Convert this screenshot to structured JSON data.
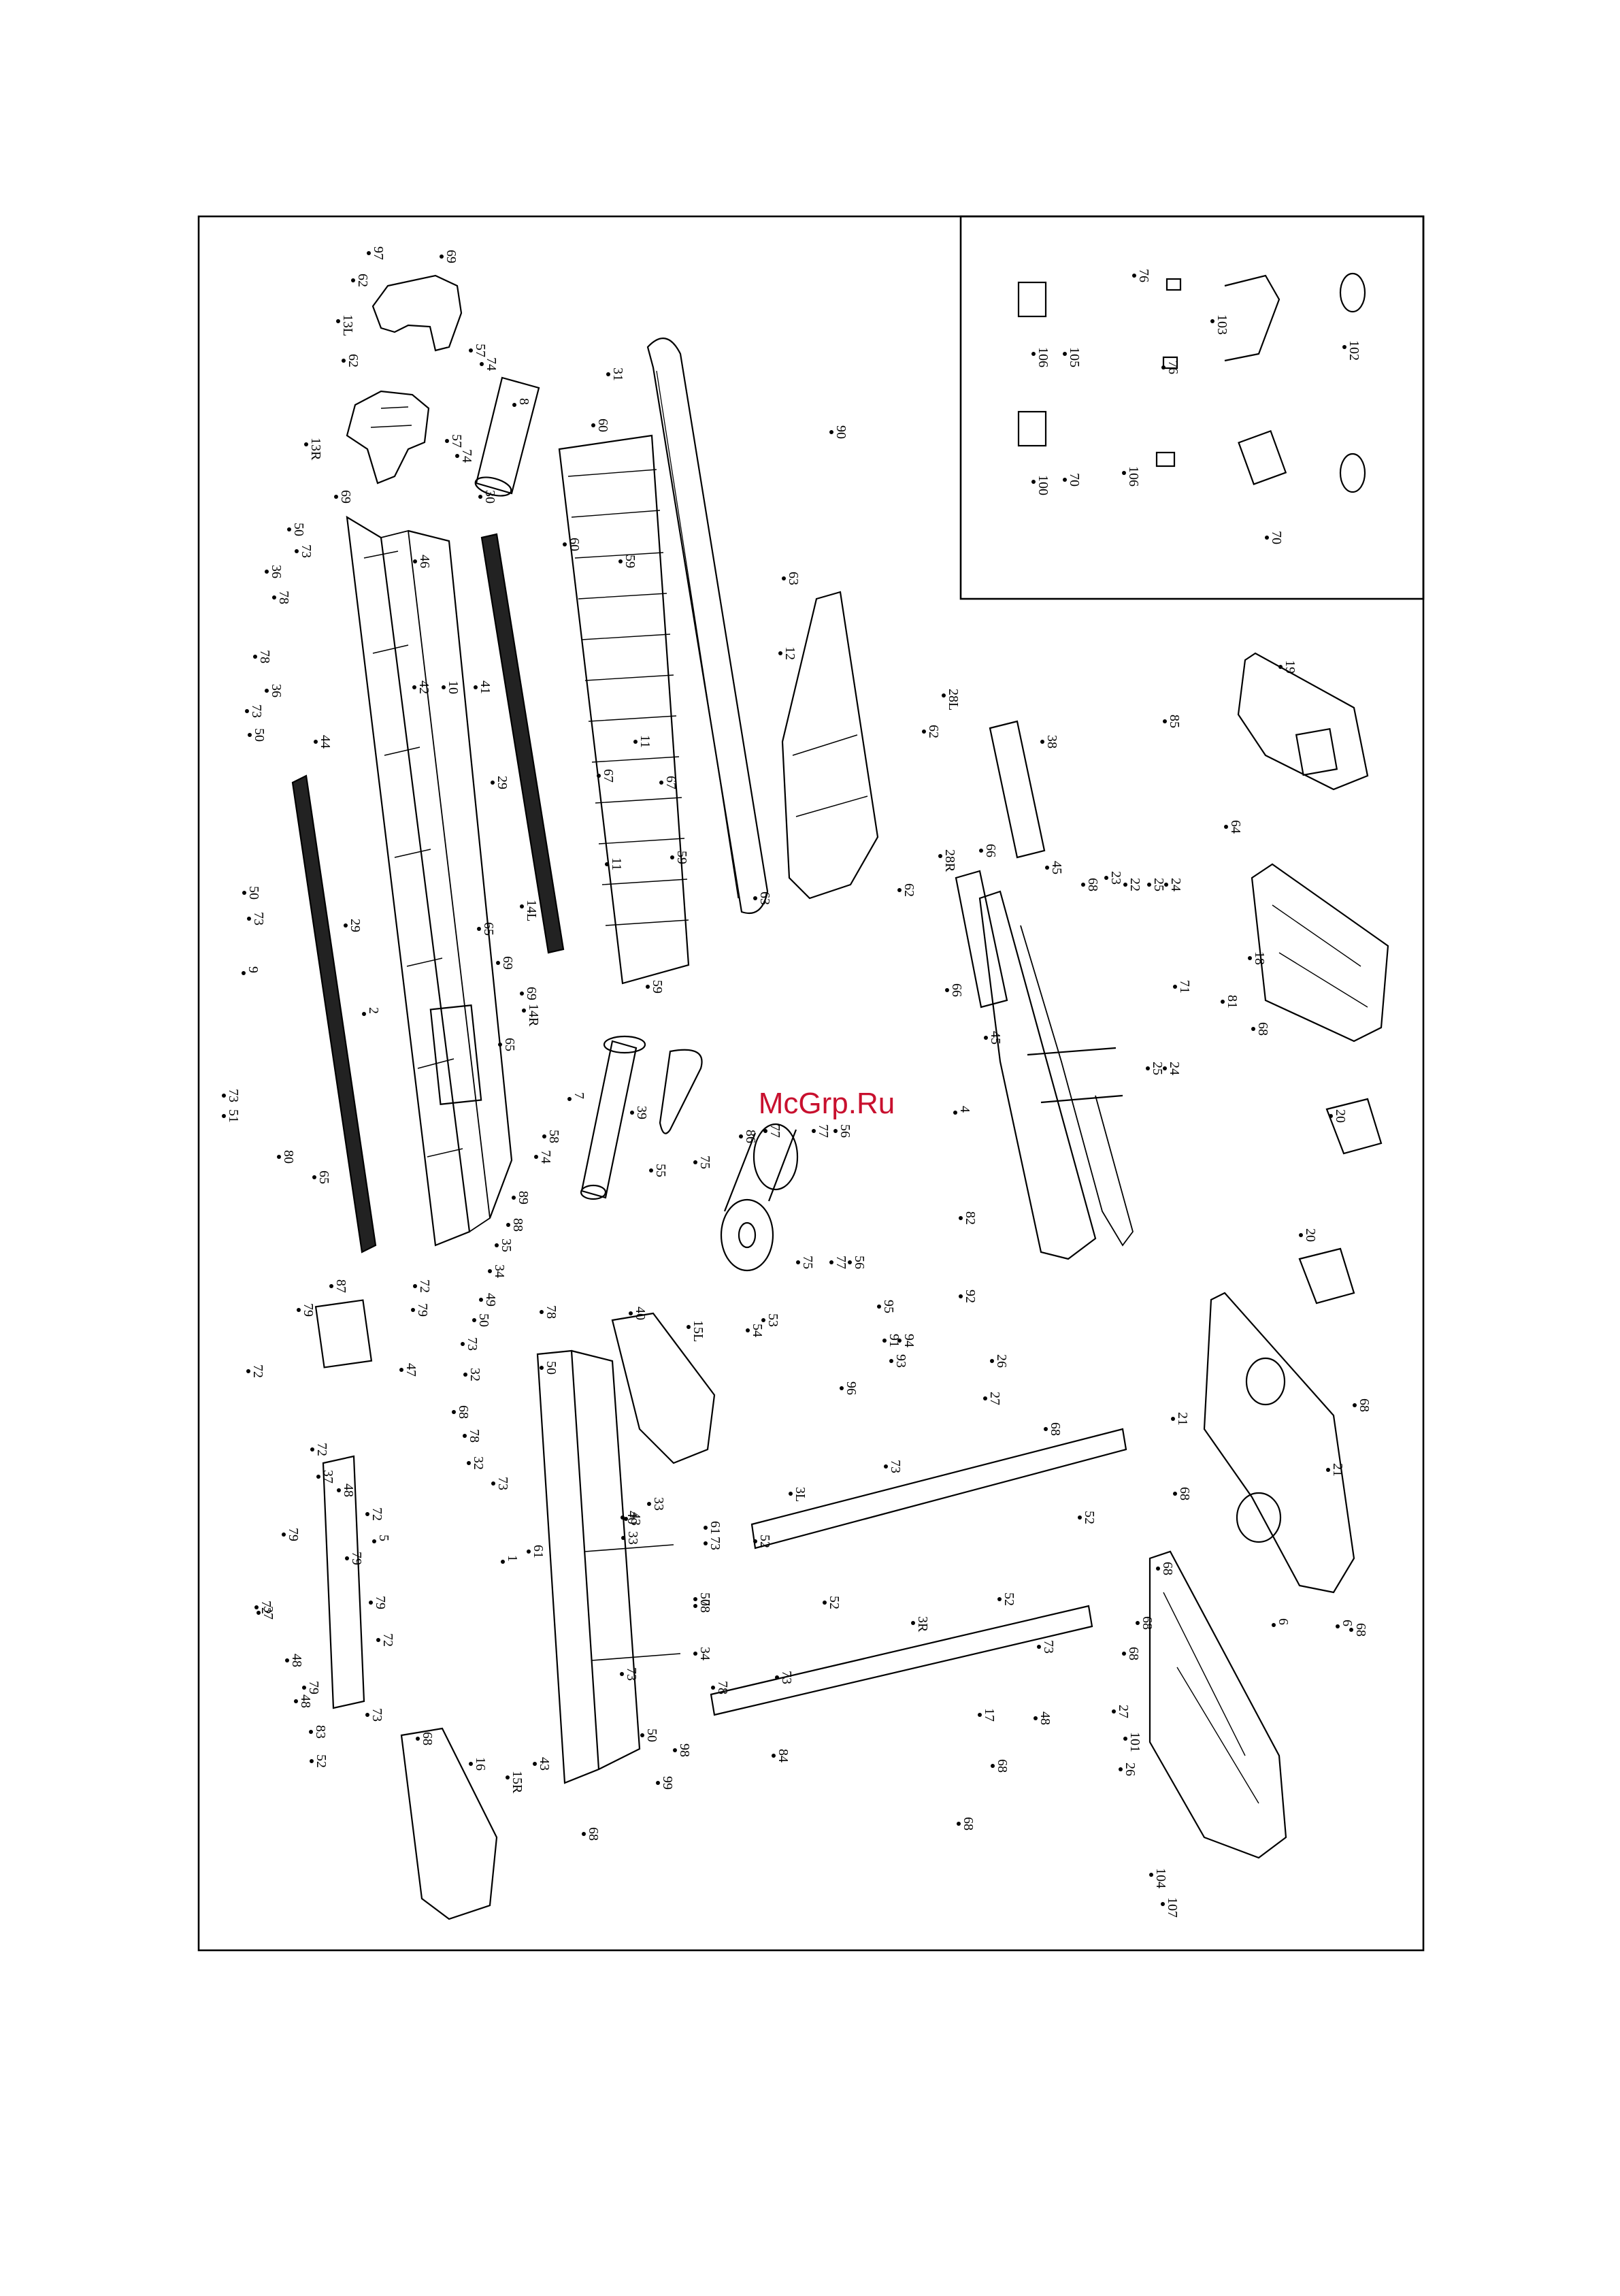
{
  "watermark": "McGrp.Ru",
  "callouts": [
    "97",
    "69",
    "62",
    "13L",
    "13R",
    "62",
    "69",
    "57",
    "74",
    "8",
    "57",
    "74",
    "30",
    "31",
    "90",
    "60",
    "59",
    "60",
    "46",
    "50",
    "73",
    "36",
    "78",
    "78",
    "36",
    "73",
    "50",
    "44",
    "42",
    "10",
    "41",
    "29",
    "11",
    "11",
    "67",
    "67",
    "59",
    "63",
    "12",
    "63",
    "59",
    "14L",
    "65",
    "69",
    "14R",
    "65",
    "69",
    "29",
    "2",
    "9",
    "50",
    "73",
    "73",
    "51",
    "80",
    "65",
    "7",
    "58",
    "74",
    "39",
    "89",
    "88",
    "35",
    "34",
    "86",
    "77",
    "77",
    "56",
    "55",
    "75",
    "56",
    "77",
    "75",
    "53",
    "54",
    "85",
    "28L",
    "62",
    "38",
    "66",
    "28R",
    "62",
    "66",
    "45",
    "45",
    "4",
    "82",
    "68",
    "23",
    "22",
    "25",
    "24",
    "71",
    "25",
    "24",
    "19",
    "64",
    "18",
    "81",
    "68",
    "20",
    "20",
    "87",
    "79",
    "72",
    "79",
    "72",
    "47",
    "49",
    "50",
    "73",
    "32",
    "78",
    "40",
    "15L",
    "68",
    "78",
    "32",
    "73",
    "50",
    "40",
    "33",
    "61",
    "1",
    "43",
    "33",
    "61",
    "50",
    "73",
    "78",
    "91",
    "93",
    "94",
    "95",
    "96",
    "92",
    "26",
    "27",
    "68",
    "73",
    "3L",
    "52",
    "52",
    "52",
    "73",
    "52",
    "3R",
    "73",
    "48",
    "72",
    "37",
    "48",
    "72",
    "5",
    "79",
    "79",
    "79",
    "72",
    "48",
    "79",
    "72",
    "37",
    "48",
    "83",
    "73",
    "52",
    "34",
    "78",
    "84",
    "73",
    "50",
    "98",
    "99",
    "43",
    "15R",
    "68",
    "68",
    "16",
    "21",
    "6",
    "21",
    "6",
    "68",
    "68",
    "68",
    "68",
    "68",
    "27",
    "26",
    "68",
    "17",
    "68",
    "68",
    "104",
    "107",
    "101",
    "76",
    "103",
    "106",
    "105",
    "76",
    "102",
    "100",
    "70",
    "106",
    "70"
  ]
}
